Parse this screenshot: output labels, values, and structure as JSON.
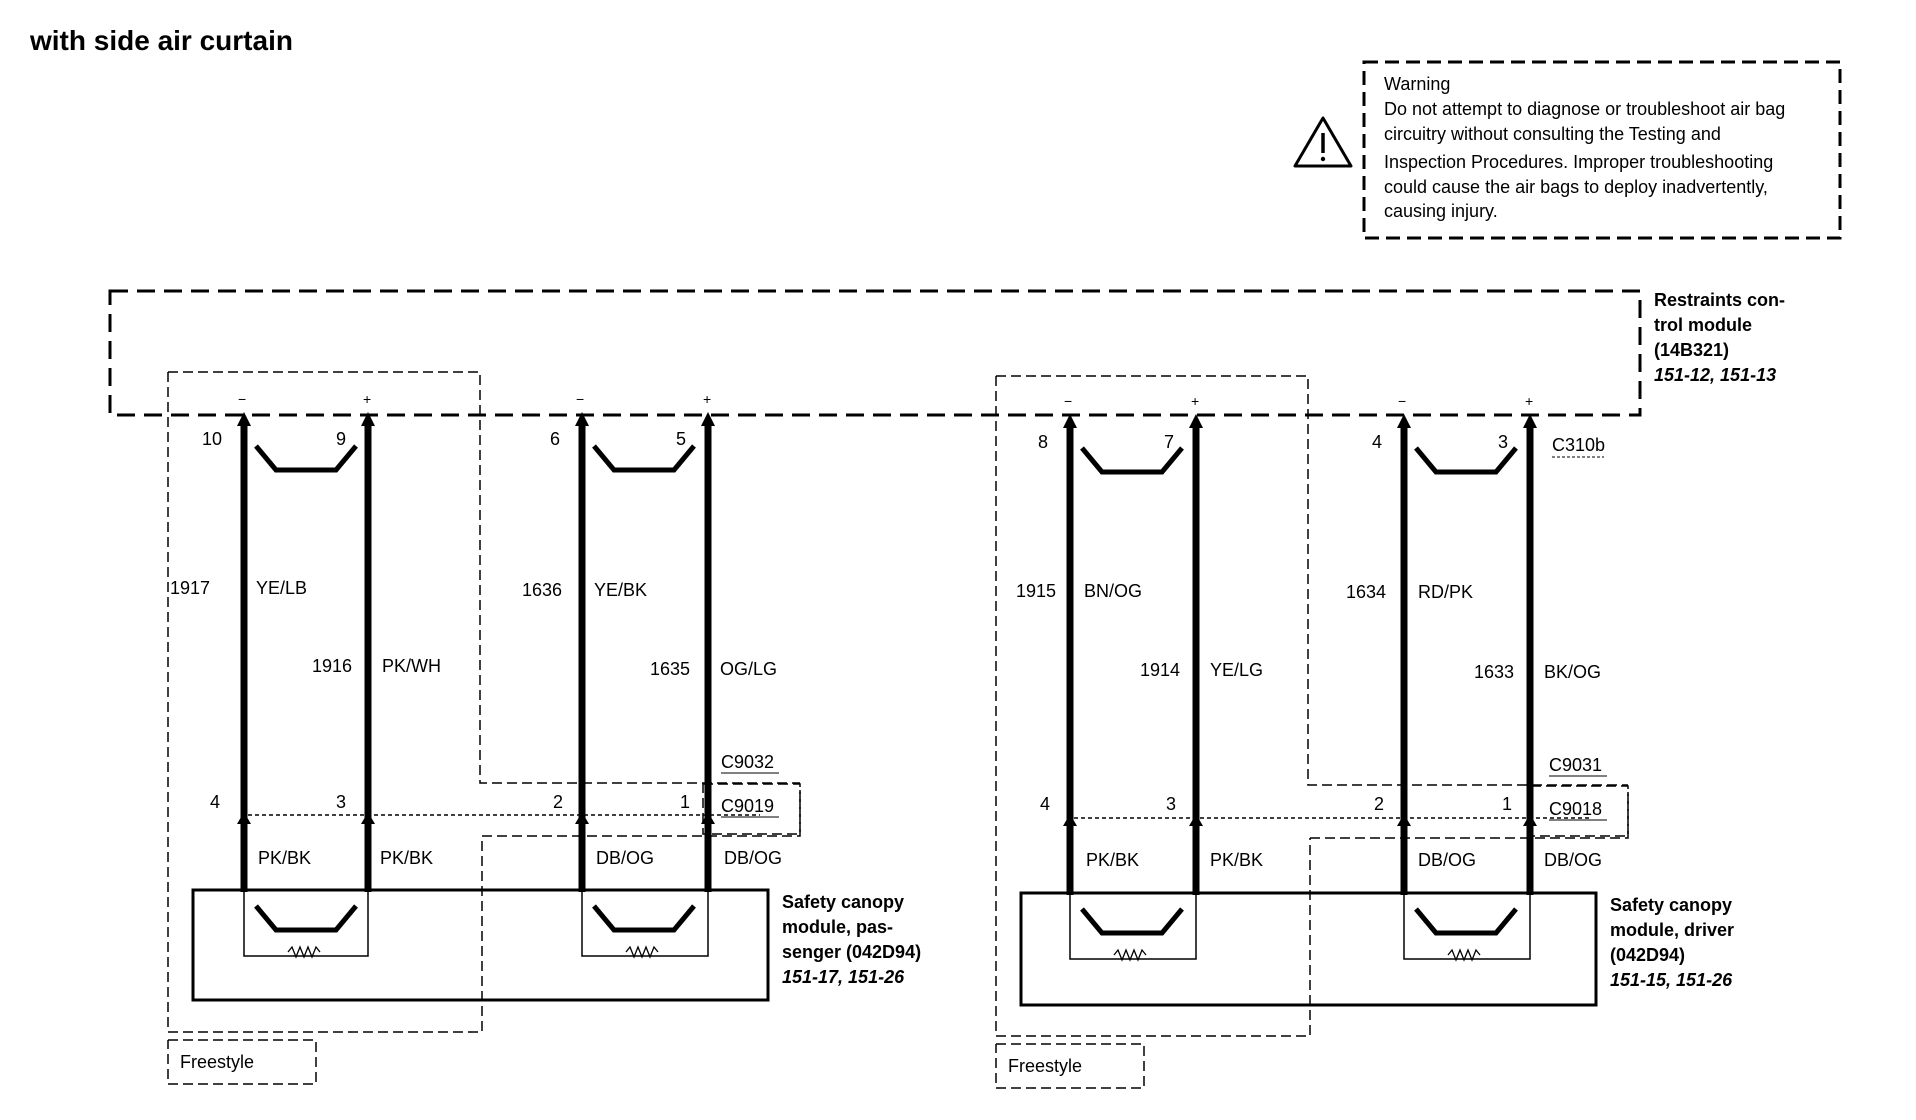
{
  "title": "with side air curtain",
  "warning": {
    "heading": "Warning",
    "lines": [
      "Do not attempt to diagnose or troubleshoot air bag",
      "circuitry without consulting the Testing and",
      "Inspection Procedures. Improper troubleshooting",
      "could cause the air bags to deploy inadvertently,",
      "causing injury."
    ]
  },
  "rcm": {
    "lines": [
      "Restraints con-",
      "trol module",
      "(14B321)"
    ],
    "refs": "151-12, 151-13",
    "connector": "C310b"
  },
  "passenger": {
    "name_lines": [
      "Safety canopy",
      "module, pas-",
      "senger (042D94)"
    ],
    "refs": "151-17, 151-26",
    "freestyle": "Freestyle",
    "connector_upper": "C9032",
    "connector_lower": "C9019",
    "wires": [
      {
        "polarity": "−",
        "pin_top": "10",
        "circuit": "1917",
        "color": "YE/LB",
        "pin_bottom": "4",
        "lower_color": "PK/BK"
      },
      {
        "polarity": "+",
        "pin_top": "9",
        "circuit": "1916",
        "color": "PK/WH",
        "pin_bottom": "3",
        "lower_color": "PK/BK"
      },
      {
        "polarity": "−",
        "pin_top": "6",
        "circuit": "1636",
        "color": "YE/BK",
        "pin_bottom": "2",
        "lower_color": "DB/OG"
      },
      {
        "polarity": "+",
        "pin_top": "5",
        "circuit": "1635",
        "color": "OG/LG",
        "pin_bottom": "1",
        "lower_color": "DB/OG"
      }
    ]
  },
  "driver": {
    "name_lines": [
      "Safety canopy",
      "module, driver",
      "(042D94)"
    ],
    "refs": "151-15, 151-26",
    "freestyle": "Freestyle",
    "connector_upper": "C9031",
    "connector_lower": "C9018",
    "wires": [
      {
        "polarity": "−",
        "pin_top": "8",
        "circuit": "1915",
        "color": "BN/OG",
        "pin_bottom": "4",
        "lower_color": "PK/BK"
      },
      {
        "polarity": "+",
        "pin_top": "7",
        "circuit": "1914",
        "color": "YE/LG",
        "pin_bottom": "3",
        "lower_color": "PK/BK"
      },
      {
        "polarity": "−",
        "pin_top": "4",
        "circuit": "1634",
        "color": "RD/PK",
        "pin_bottom": "2",
        "lower_color": "DB/OG"
      },
      {
        "polarity": "+",
        "pin_top": "3",
        "circuit": "1633",
        "color": "BK/OG",
        "pin_bottom": "1",
        "lower_color": "DB/OG"
      }
    ]
  }
}
